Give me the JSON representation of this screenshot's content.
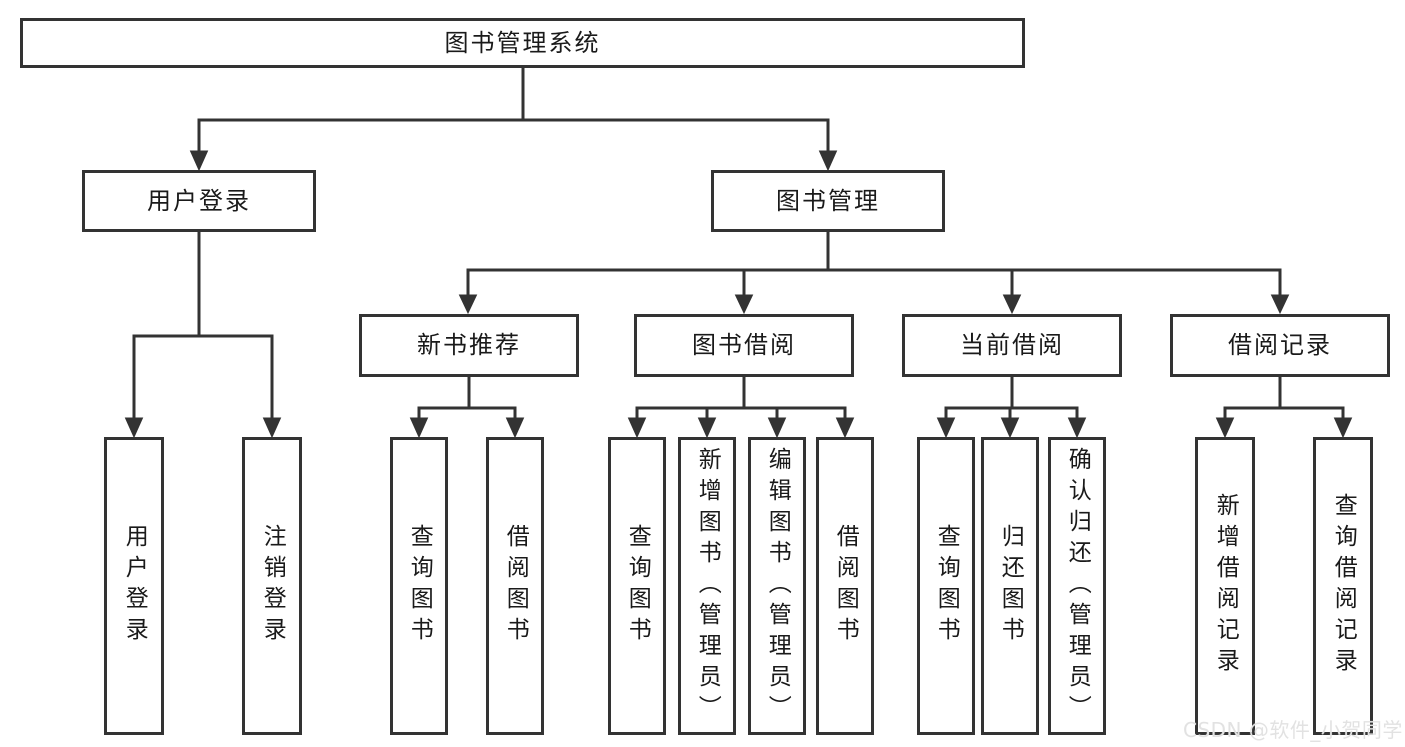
{
  "tree": {
    "label": "图书管理系统",
    "children": [
      {
        "label": "用户登录",
        "children": [
          {
            "label": "用户登录"
          },
          {
            "label": "注销登录"
          }
        ]
      },
      {
        "label": "图书管理",
        "children": [
          {
            "label": "新书推荐",
            "children": [
              {
                "label": "查询图书"
              },
              {
                "label": "借阅图书"
              }
            ]
          },
          {
            "label": "图书借阅",
            "children": [
              {
                "label": "查询图书"
              },
              {
                "label": "新增图书（管理员）"
              },
              {
                "label": "编辑图书（管理员）"
              },
              {
                "label": "借阅图书"
              }
            ]
          },
          {
            "label": "当前借阅",
            "children": [
              {
                "label": "查询图书"
              },
              {
                "label": "归还图书"
              },
              {
                "label": "确认归还（管理员）"
              }
            ]
          },
          {
            "label": "借阅记录",
            "children": [
              {
                "label": "新增借阅记录"
              },
              {
                "label": "查询借阅记录"
              }
            ]
          }
        ]
      }
    ]
  },
  "watermark": {
    "text": "CSDN @软件_小贺同学"
  },
  "colors": {
    "line": "#333333",
    "box_border": "#333333",
    "text": "#1a1a1a",
    "background": "#ffffff",
    "watermark": "#e2e2e2"
  }
}
